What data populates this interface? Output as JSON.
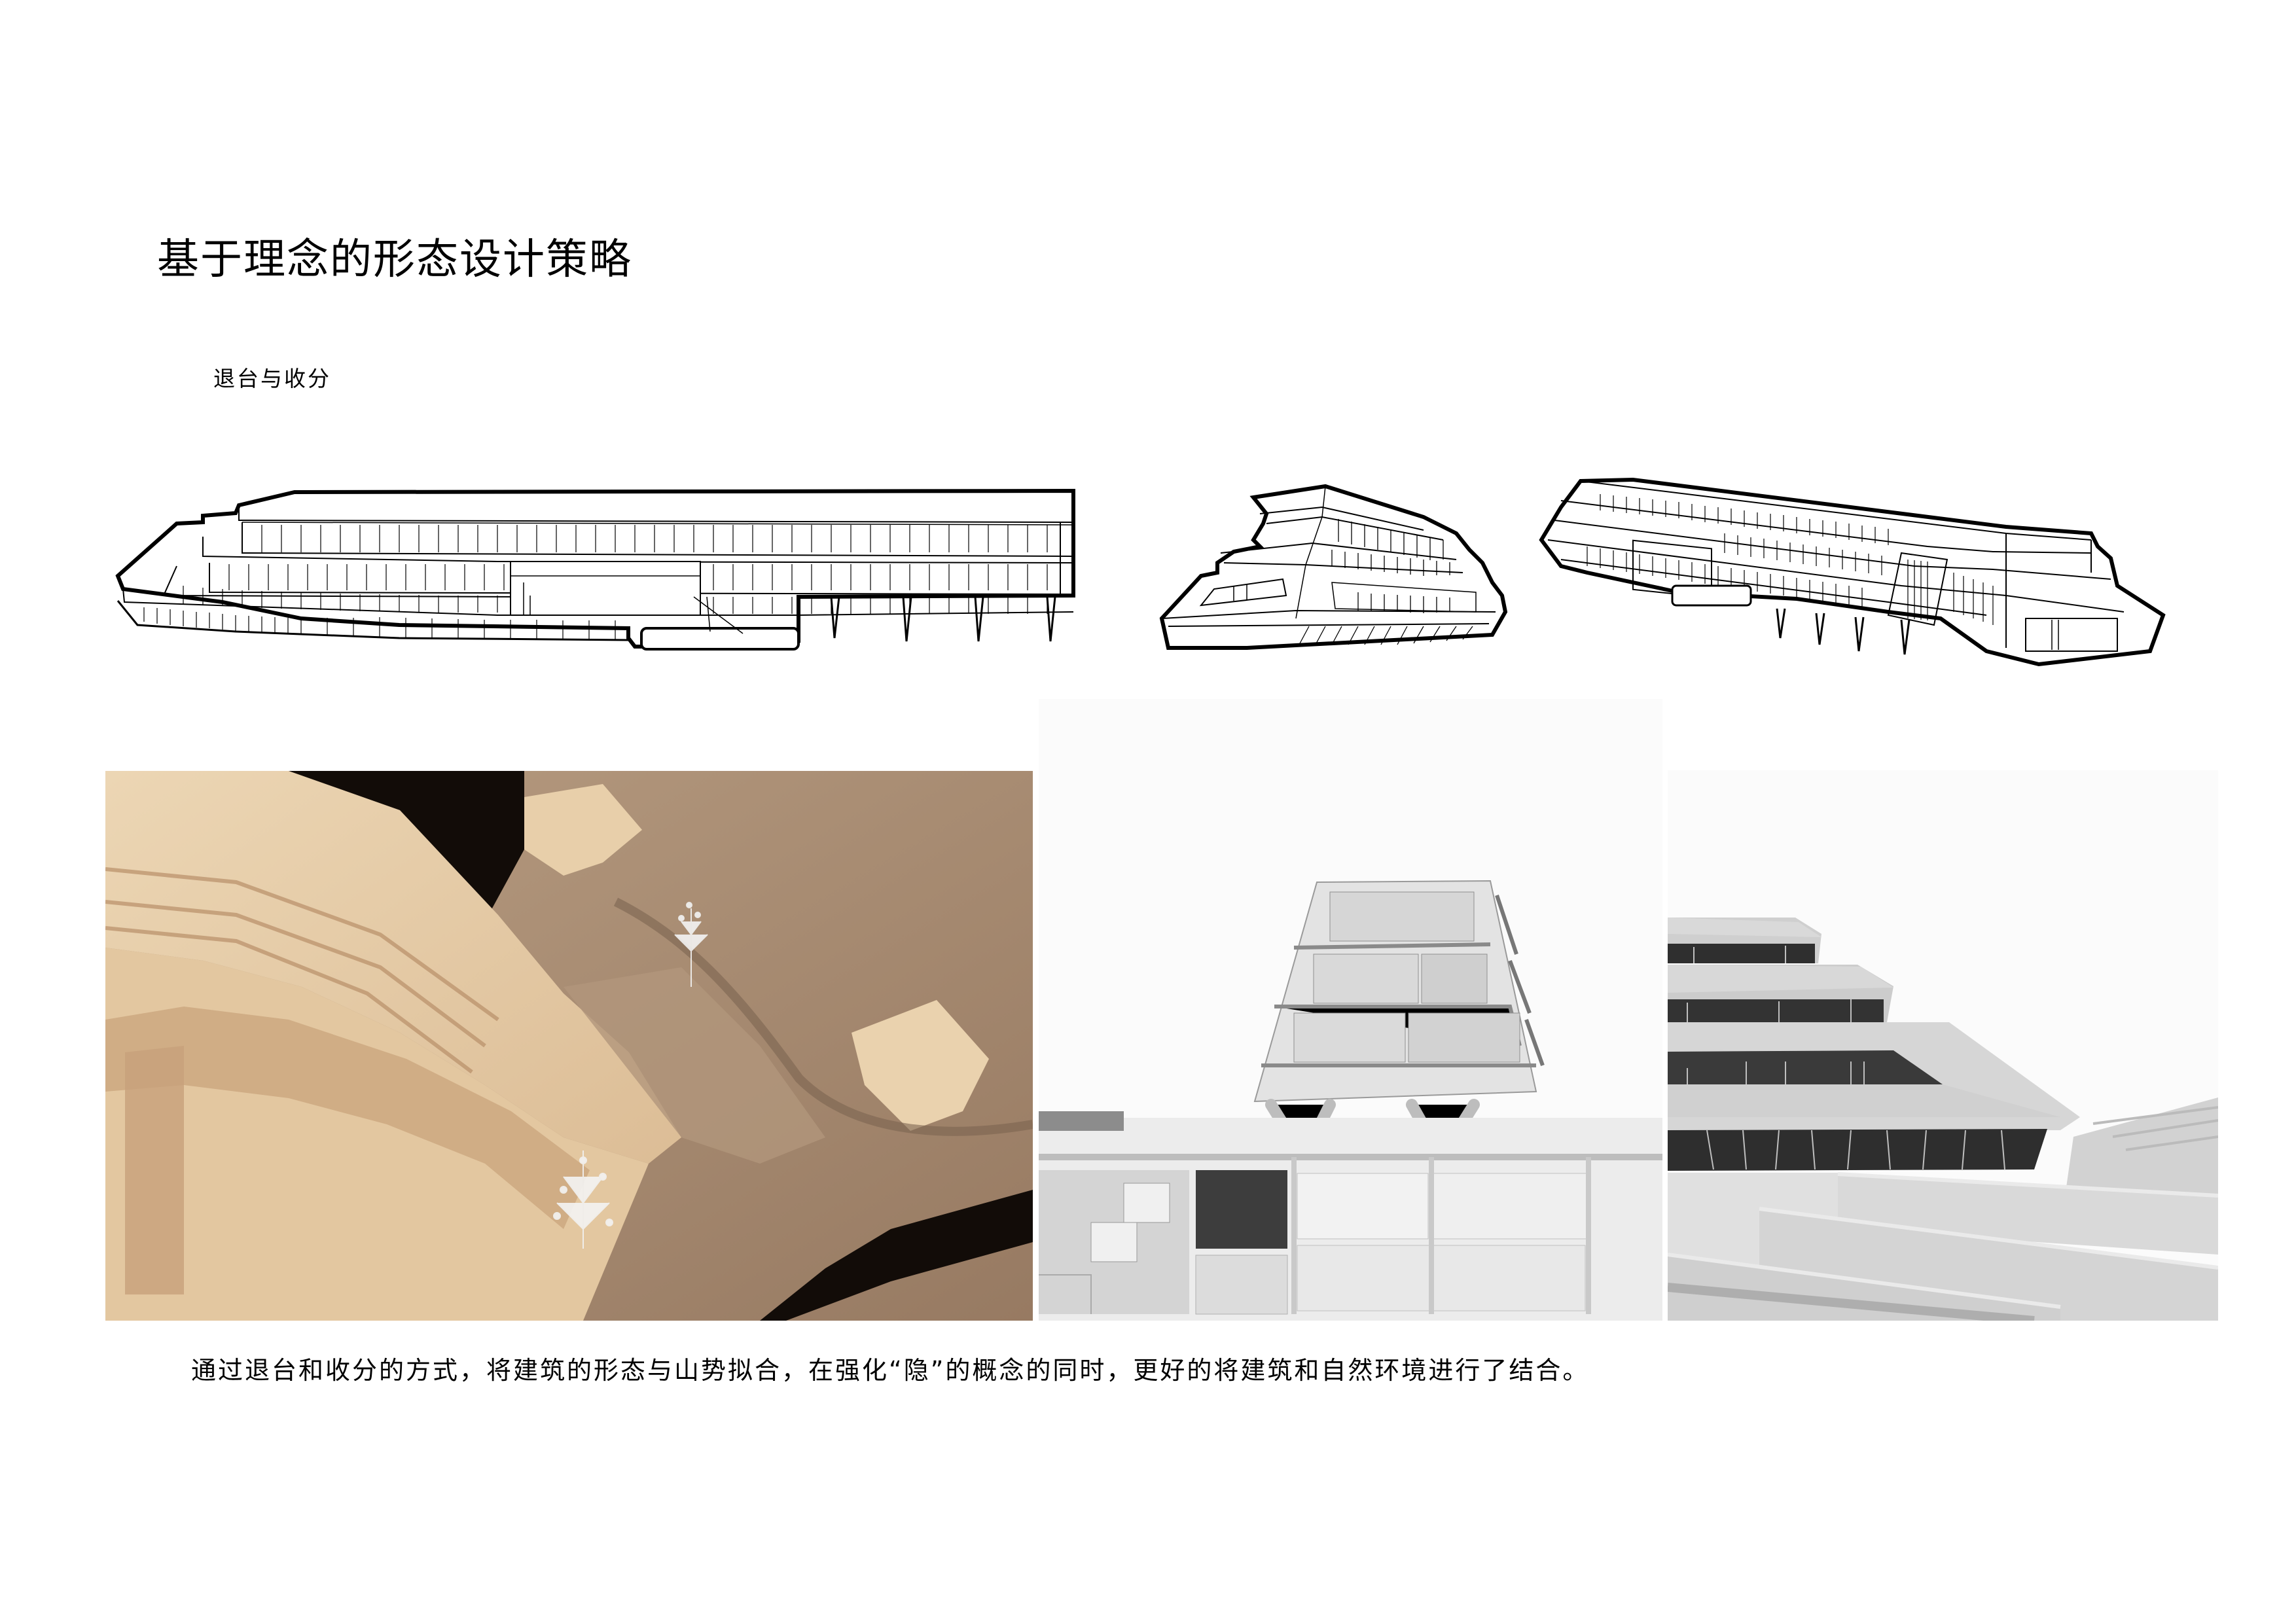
{
  "page": {
    "title": "基于理念的形态设计策略",
    "section": {
      "subtitle": "退台与收分",
      "caption": "通过退台和收分的方式，将建筑的形态与山势拟合，在强化“隐”的概念的同时，更好的将建筑和自然环境进行了结合。"
    }
  },
  "figures": {
    "line_drawings": [
      {
        "id": "elevation-long",
        "type": "line-drawing",
        "subject": "stepped terrace building, long side elevation"
      },
      {
        "id": "perspective-end",
        "type": "line-drawing",
        "subject": "stepped terrace building, end perspective"
      },
      {
        "id": "perspective-aerial",
        "type": "line-drawing",
        "subject": "bent terrace building, aerial perspective"
      }
    ],
    "images": [
      {
        "id": "wood-model",
        "type": "physical-model-render",
        "subject": "wood site model aerial view"
      },
      {
        "id": "section-render",
        "type": "sectional-perspective",
        "subject": "white section model with V-columns"
      },
      {
        "id": "terrace-render",
        "type": "perspective-render",
        "subject": "stepped terrace facade close-up"
      }
    ]
  },
  "colors": {
    "background": "#ffffff",
    "text": "#000000",
    "wood_light": "#e8cfa9",
    "wood_mid": "#d4b48c",
    "wood_ground": "#a88c72",
    "wood_shadow": "#1a120c",
    "render_sky": "#fbfbfb",
    "render_surface": "#d8d8d8",
    "render_glass": "#3a3a3a"
  }
}
